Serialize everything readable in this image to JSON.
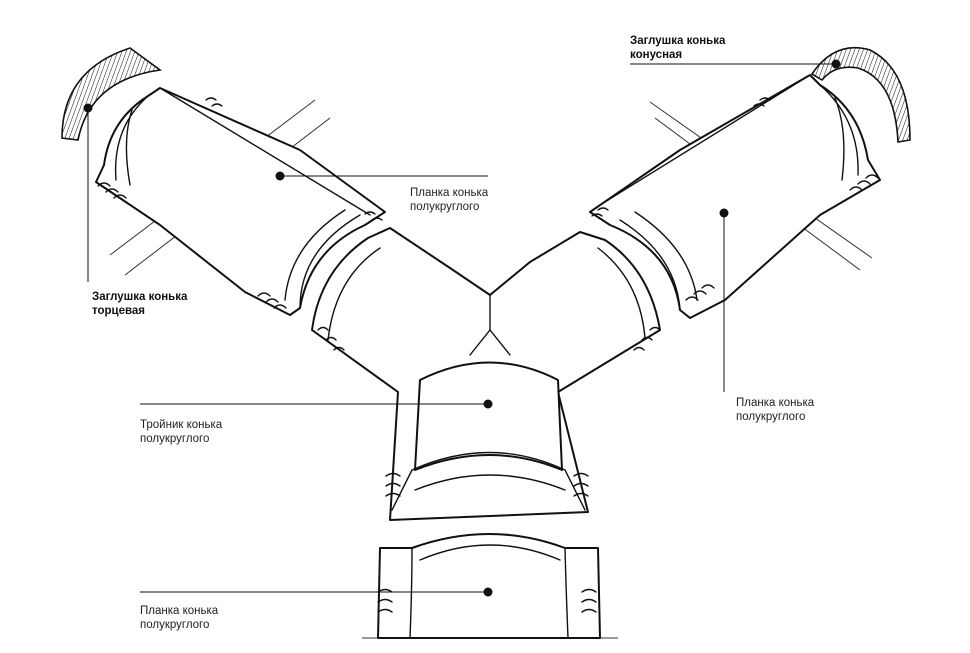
{
  "labels": {
    "end_cap": {
      "line1": "Заглушка конька",
      "line2": "торцевая"
    },
    "cone_cap": {
      "line1": "Заглушка конька",
      "line2": "конусная"
    },
    "ridge_upper_left": {
      "line1": "Планка конька",
      "line2": "полукруглого"
    },
    "ridge_right": {
      "line1": "Планка конька",
      "line2": "полукруглого"
    },
    "tee": {
      "line1": "Тройник конька",
      "line2": "полукруглого"
    },
    "ridge_bottom": {
      "line1": "Планка конька",
      "line2": "полукруглого"
    }
  }
}
